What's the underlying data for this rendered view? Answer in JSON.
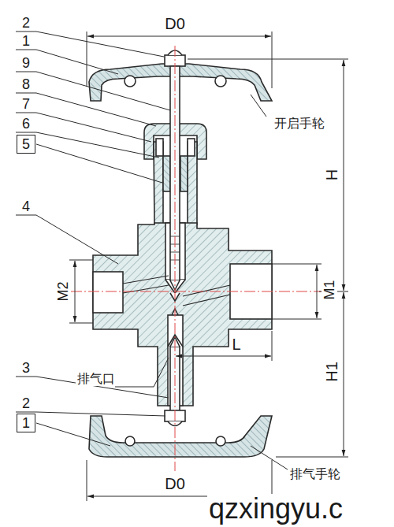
{
  "diagram": {
    "nodes": [
      {
        "text": [
          "5"
        ]
      },
      {
        "text": [
          "1"
        ]
      }
    ],
    "labels": [
      "D0",
      "2",
      "1",
      "9",
      "8",
      "7",
      "6",
      "开启手轮",
      "H",
      "4",
      "M2",
      "M1",
      "L",
      "排气口",
      "H1",
      "3",
      "2",
      "D0",
      "排气手轮",
      "qzxingyu.c"
    ]
  }
}
